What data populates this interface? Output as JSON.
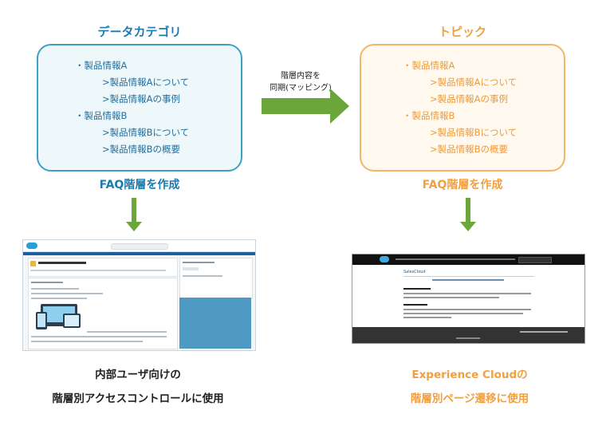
{
  "left": {
    "heading": "データカテゴリ",
    "items": [
      "・製品情報A",
      ">製品情報Aについて",
      ">製品情報Aの事例",
      "・製品情報B",
      ">製品情報Bについて",
      ">製品情報Bの概要"
    ],
    "faq_label": "FAQ階層を作成",
    "caption_line1": "内部ユーザ向けの",
    "caption_line2": "階層別アクセスコントロールに使用"
  },
  "right": {
    "heading": "トピック",
    "items": [
      "・製品情報A",
      ">製品情報Aについて",
      ">製品情報Aの事例",
      "・製品情報B",
      ">製品情報Bについて",
      ">製品情報Bの概要"
    ],
    "faq_label": "FAQ階層を作成",
    "caption_line1": "Experience Cloudの",
    "caption_line2": "階層別ページ遷移に使用"
  },
  "sync": {
    "label_line1": "階層内容を",
    "label_line2": "同期(マッピング)"
  },
  "screenshot_right": {
    "site_title": "SalesCloud"
  },
  "colors": {
    "blue_heading": "#1a7bb0",
    "blue_border": "#3aa0c8",
    "blue_fill": "#eef8fb",
    "orange_heading": "#f0a040",
    "orange_border": "#f3b566",
    "orange_fill": "#fff9ef",
    "arrow_green": "#6aa63a"
  }
}
